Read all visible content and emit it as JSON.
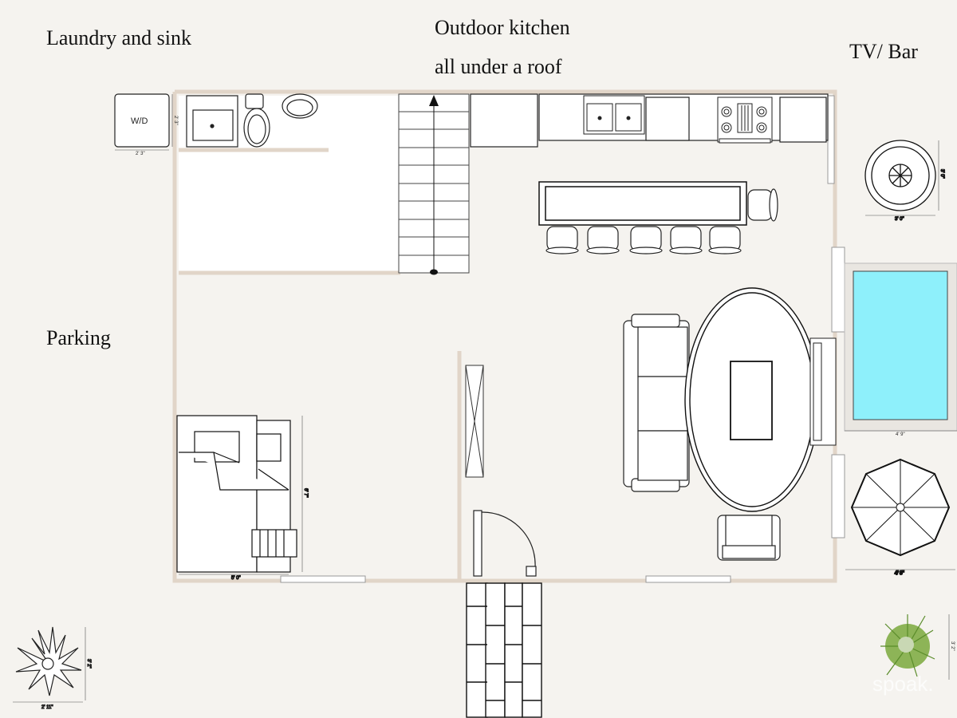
{
  "labels": {
    "laundry": "Laundry and sink",
    "kitchen_line1": "Outdoor kitchen",
    "kitchen_line2": "all under a roof",
    "tv_bar": "TV/ Bar",
    "parking": "Parking"
  },
  "appliance_labels": {
    "washer_dryer": "W/D"
  },
  "dimensions": {
    "wd_width": "2' 3\"",
    "wd_depth": "2' 3\"",
    "round_table_width": "3' 0\"",
    "round_table_depth": "3' 0\"",
    "pool_width": "4' 9\"",
    "umbrella_width": "4' 8\"",
    "bed_width": "5' 0\"",
    "bed_length": "6' 7\"",
    "plant_width": "2' 11\"",
    "plant_depth": "3' 2\"",
    "plant2_depth": "3' 2\""
  },
  "watermark": "spoak.",
  "colors": {
    "background": "#f5f3ef",
    "wall": "#e1d5c8",
    "room_fill": "#ffffff",
    "pool_water": "#8ef0fb",
    "plant_green": "#7aa83c"
  }
}
